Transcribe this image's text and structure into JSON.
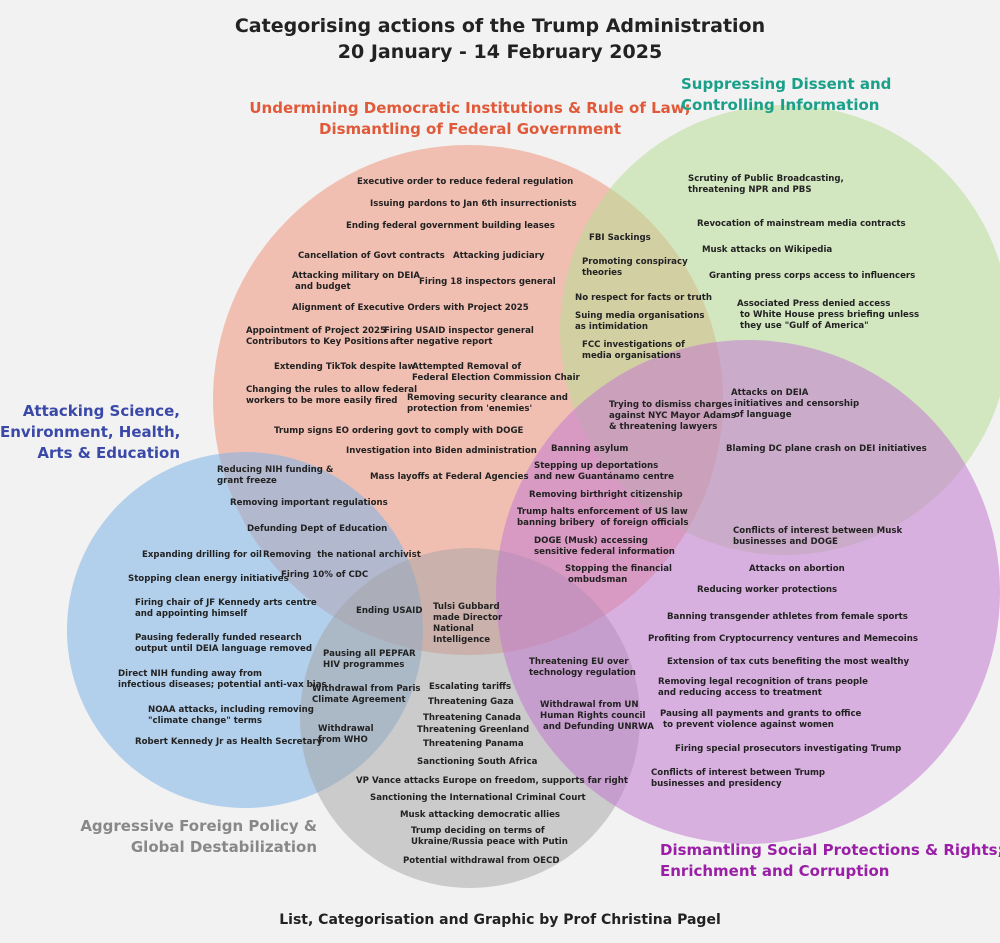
{
  "title": "Categorising actions of the Trump Administration",
  "subtitle": "20 January - 14 February 2025",
  "credit": "List, Categorisation and Graphic by Prof Christina Pagel",
  "colors": {
    "institutions": "#e05a3a",
    "dissent": "#1aa089",
    "science": "#3a49a8",
    "foreign": "#888888",
    "social": "#9a1fa6"
  },
  "categories": {
    "institutions": "Undermining Democratic Institutions & Rule of Law;\nDismantling of Federal Government",
    "dissent": "Suppressing Dissent and\nControlling Information",
    "science": "Attacking Science,\nEnvironment, Health,\nArts & Education",
    "foreign": "Aggressive Foreign Policy &\nGlobal Destabilization",
    "social": "Dismantling Social Protections & Rights;\nEnrichment and Corruption"
  },
  "items": [
    "Executive order to reduce federal regulation",
    "Issuing pardons to Jan 6th insurrectionists",
    "Ending federal government building leases",
    "Cancellation of Govt contracts",
    "Attacking judiciary",
    "Attacking military on DEIA\n and budget",
    "Firing 18 inspectors general",
    "Alignment of Executive Orders with Project 2025",
    "Appointment of Project 2025\nContributors to Key Positions",
    "Firing USAID inspector general\n  after negative report",
    "Extending TikTok despite law",
    "Attempted Removal of\nFederal Election Commission Chair",
    "Changing the rules to allow federal\nworkers to be more easily fired",
    "Removing security clearance and\nprotection from 'enemies'",
    "Trump signs EO ordering govt to comply with DOGE",
    "Investigation into Biden administration",
    "Mass layoffs at Federal Agencies",
    "FBI Sackings",
    "Promoting conspiracy\ntheories",
    "No respect for facts or truth",
    "Suing media organisations\nas intimidation",
    "FCC investigations of\nmedia organisations",
    "Scrutiny of Public Broadcasting,\nthreatening NPR and PBS",
    "Revocation of mainstream media contracts",
    "Musk attacks on Wikipedia",
    "Granting press corps access to influencers",
    "Associated Press denied access\n to White House press briefing unless\n they use \"Gulf of America\"",
    "Trying to dismiss charges\nagainst NYC Mayor Adams\n& threatening lawyers",
    "Attacks on DEIA\n initiatives and censorship\n of language",
    "Blaming DC plane crash on DEI initiatives",
    "Banning asylum",
    "Stepping up deportations\nand new Guantánamo centre",
    "Removing birthright citizenship",
    "Trump halts enforcement of US law\nbanning bribery  of foreign officials",
    "DOGE (Musk) accessing\nsensitive federal information",
    "Stopping the financial\n ombudsman",
    "Reducing NIH funding &\ngrant freeze",
    "Removing important regulations",
    "Defunding Dept of Education",
    "Removing  the national archivist",
    "Firing 10% of CDC",
    "Expanding drilling for oil",
    "Stopping clean energy initiatives",
    "Firing chair of JF Kennedy arts centre\nand appointing himself",
    "Pausing federally funded research\noutput until DEIA language removed",
    "Direct NIH funding away from\ninfectious diseases; potential anti-vax bias",
    "NOAA attacks, including removing\n\"climate change\" terms",
    "Robert Kennedy Jr as Health Secretary",
    "Ending USAID",
    "Tulsi Gubbard\nmade Director\nNational\nIntelligence",
    "Pausing all PEPFAR\nHIV programmes",
    "Withdrawal from Paris\nClimate Agreement",
    "Withdrawal\nfrom WHO",
    "Escalating tariffs",
    "Threatening Gaza",
    "Threatening Canada",
    "Threatening Greenland",
    "Threatening Panama",
    "Sanctioning South Africa",
    "VP Vance attacks Europe on freedom, supports far right",
    "Sanctioning the International Criminal Court",
    "Musk attacking democratic allies",
    "Trump deciding on terms of\nUkraine/Russia peace with Putin",
    "Potential withdrawal from OECD",
    "Threatening EU over\ntechnology regulation",
    "Withdrawal from UN\nHuman Rights council\n and Defunding UNRWA",
    "Conflicts of interest between Musk\nbusinesses and DOGE",
    "Attacks on abortion",
    "Reducing worker protections",
    "Banning transgender athletes from female sports",
    "Profiting from Cryptocurrency ventures and Memecoins",
    "Extension of tax cuts benefiting the most wealthy",
    "Removing legal recognition of trans people\nand reducing access to treatment",
    "Pausing all payments and grants to office\n to prevent violence against women",
    "Firing special prosecutors investigating Trump",
    "Conflicts of interest between Trump\nbusinesses and presidency"
  ]
}
